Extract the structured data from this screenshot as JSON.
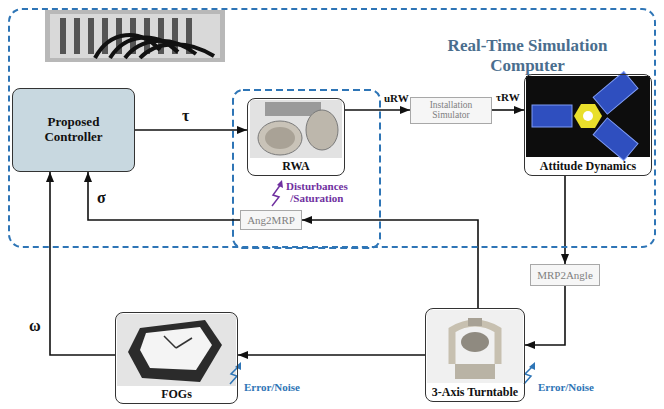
{
  "diagram": {
    "nodes": [
      {
        "text": [
          "Real-Time Simulation Computer"
        ]
      },
      {
        "text": [
          "Proposed Controller"
        ],
        "in": 0
      },
      {
        "text": [
          "RWA"
        ],
        "in": 0
      },
      {
        "text": [
          "Installation Simulator"
        ],
        "in": 0
      },
      {
        "text": [
          "Attitude Dynamics"
        ],
        "in": 0
      },
      {
        "text": [
          "Ang2MRP"
        ],
        "in": 0
      },
      {
        "text": [
          "MRP2Angle"
        ]
      },
      {
        "text": [
          "3-Axis Turntable"
        ]
      },
      {
        "text": [
          "FOGs"
        ]
      }
    ],
    "edges": [
      {
        "from": 1,
        "to": 2,
        "label": "τ",
        "arrow": "to"
      },
      {
        "from": 2,
        "to": 3,
        "label": "uRW",
        "arrow": "to"
      },
      {
        "from": 3,
        "to": 4,
        "label": "τRW",
        "arrow": "to"
      },
      {
        "from": 4,
        "to": 6,
        "arrow": "to"
      },
      {
        "from": 6,
        "to": 7,
        "arrow": "to"
      },
      {
        "from": 7,
        "to": 8,
        "arrow": "to"
      },
      {
        "from": 7,
        "to": 5,
        "arrow": "to"
      },
      {
        "from": 5,
        "to": 1,
        "label": "σ",
        "arrow": "to"
      },
      {
        "from": 8,
        "to": 1,
        "label": "ω",
        "arrow": "to"
      }
    ],
    "labels": [
      "Disturbances /Saturation",
      "Error/Noise",
      "Error/Noise"
    ]
  }
}
